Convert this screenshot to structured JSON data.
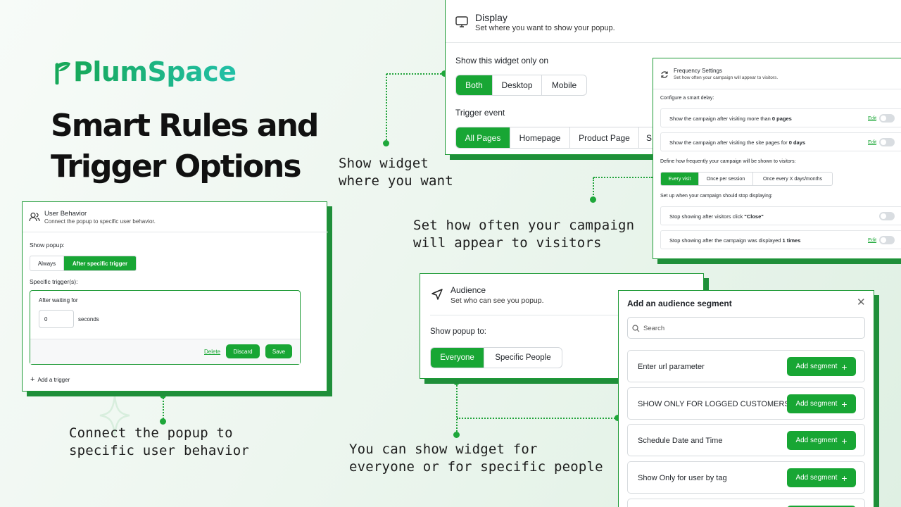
{
  "brand": {
    "name": "PlumSpace",
    "colors": {
      "accent": "#18a634",
      "brand_gradient_end": "#22c0a8"
    }
  },
  "headline": {
    "line1": "Smart Rules and",
    "line2": "Trigger Options"
  },
  "captions": {
    "show_widget": [
      "Show widget",
      "where you want"
    ],
    "frequency": [
      "Set how often your campaign",
      "will appear to visitors"
    ],
    "user_behavior": [
      "Connect the popup to",
      "specific user behavior"
    ],
    "audience": [
      "You can show widget for",
      "everyone or for specific people"
    ]
  },
  "display_card": {
    "title": "Display",
    "subtitle": "Set where you want to show your popup.",
    "widget_label": "Show this widget only on",
    "device_options": [
      "Both",
      "Desktop",
      "Mobile"
    ],
    "device_selected": "Both",
    "trigger_label": "Trigger event",
    "trigger_options": [
      "All Pages",
      "Homepage",
      "Product Page",
      "S"
    ],
    "trigger_selected": "All Pages"
  },
  "frequency_card": {
    "title": "Frequency Settings",
    "subtitle": "Set how often your campaign will appear to visitors.",
    "smart_delay_label": "Configure a smart delay:",
    "rows_delay": [
      {
        "text": "Show the campaign after visiting more than ",
        "strong": "0 pages",
        "edit": "Edit"
      },
      {
        "text": "Show the campaign after visiting the site pages for ",
        "strong": "0 days",
        "edit": "Edit"
      }
    ],
    "frequency_label": "Define how frequently your campaign will be shown to visitors:",
    "frequency_options": [
      "Every visit",
      "Once per session",
      "Once every X days/months"
    ],
    "frequency_selected": "Every visit",
    "stop_label": "Set up when your campaign should stop displaying:",
    "rows_stop": [
      {
        "text": "Stop showing after visitors click ",
        "strong": "\"Close\"",
        "edit": ""
      },
      {
        "text": "Stop showing after the campaign was displayed ",
        "strong": "1 times",
        "edit": "Edit"
      }
    ]
  },
  "user_behavior_card": {
    "title": "User Behavior",
    "subtitle": "Connect the popup to specific user behavior.",
    "show_popup_label": "Show popup:",
    "options": [
      "Always",
      "After specific trigger"
    ],
    "selected": "After specific trigger",
    "triggers_label": "Specific trigger(s):",
    "trigger_title": "After waiting for",
    "seconds_value": "0",
    "seconds_unit": "seconds",
    "delete_label": "Delete",
    "discard_label": "Discard",
    "save_label": "Save",
    "add_trigger_label": "Add a trigger"
  },
  "audience_card": {
    "title": "Audience",
    "subtitle": "Set who can see you popup.",
    "show_to_label": "Show popup to:",
    "options": [
      "Everyone",
      "Specific People"
    ],
    "selected": "Everyone"
  },
  "segment_panel": {
    "title": "Add an audience segment",
    "search_placeholder": "Search",
    "add_label": "Add segment",
    "items": [
      "Enter url parameter",
      "SHOW ONLY FOR LOGGED CUSTOMERS",
      "Schedule Date and Time",
      "Show Only for user by tag"
    ]
  }
}
